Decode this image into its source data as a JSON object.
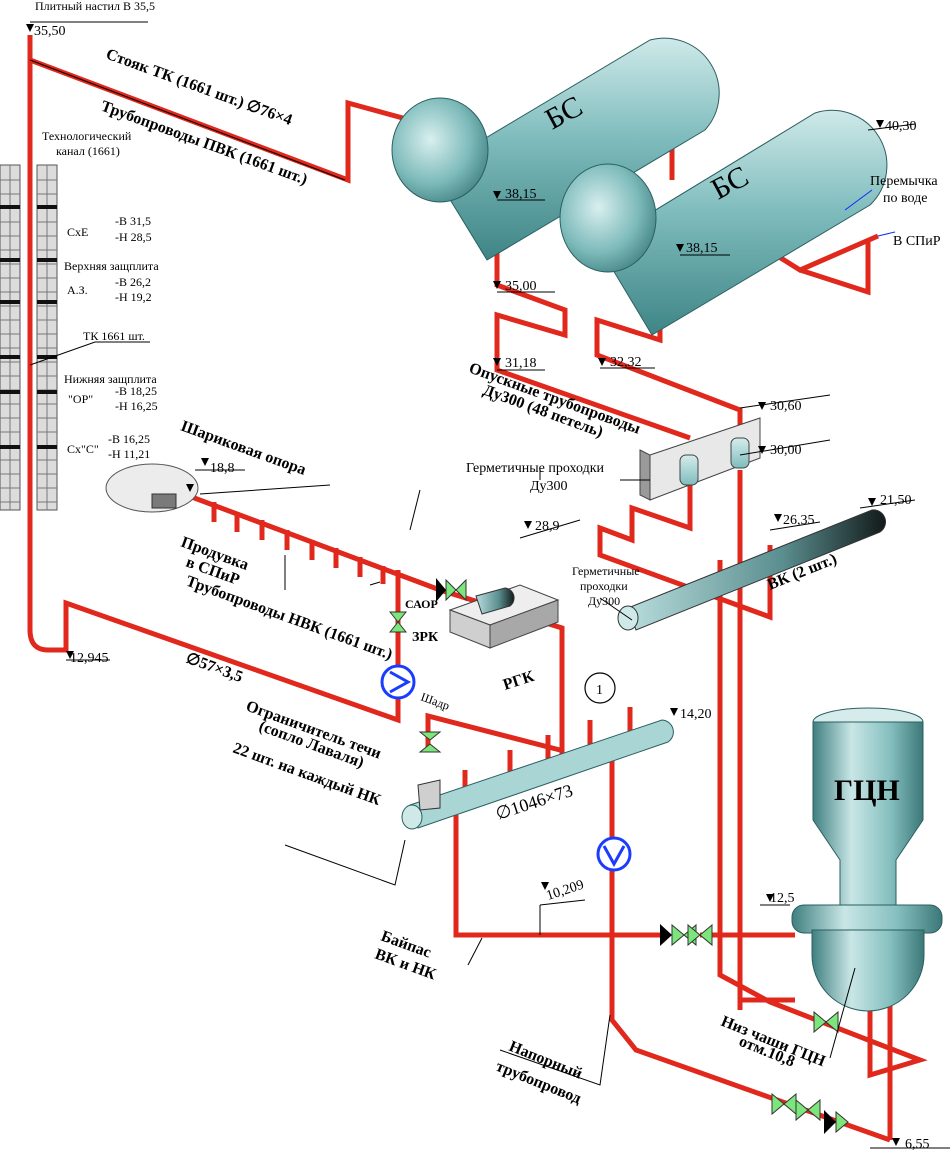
{
  "colors": {
    "pipe": "#e0281c",
    "vessel": "#5aa7a8",
    "vessel_light": "#b9dcdc",
    "valve": "#7ce67c",
    "pump": "#1a3cff"
  },
  "labels": {
    "top_deck": "Плитный настил В 35,5",
    "elev_3550": "35,50",
    "stoyak": "Стояк ТК (1661 шт.) ∅76×4",
    "pvk": "Трубопроводы ПВК (1661 шт.)",
    "tech_channel_1": "Технологический",
    "tech_channel_2": "канал (1661)",
    "bs1": "БС",
    "bs2": "БС",
    "elev_4030": "40,30",
    "elev_3815a": "38,15",
    "elev_3815b": "38,15",
    "jumper_1": "Перемычка",
    "jumper_2": "по воде",
    "to_spir_right": "В СПиР",
    "elev_3500": "35,00",
    "elev_3118": "31,18",
    "elev_3232": "32,32",
    "sxe": "СхЕ",
    "sxe_v": "-В 31,5",
    "sxe_n": "-Н 28,5",
    "upper_shield": "Верхняя защплита",
    "az": "А.З.",
    "az_v": "-В 26,2",
    "az_n": "-Н 19,2",
    "tk1661": "ТК 1661 шт.",
    "lower_shield": "Нижняя защплита",
    "or": "\"ОР\"",
    "or_v": "-В 18,25",
    "or_n": "-Н 16,25",
    "sxc": "Сх\"С\"",
    "sxc_v": "-В 16,25",
    "sxc_n": "-Н 11,21",
    "downcomers_1": "Опускные трубопроводы",
    "downcomers_2": "Ду300 (48 петель)",
    "elev_3060": "30,60",
    "elev_3000": "30,00",
    "hermetic_1": "Герметичные проходки",
    "hermetic_2": "Ду300",
    "ball_support": "Шариковая опора",
    "elev_188": "18,8",
    "elev_289": "28,9",
    "elev_2635": "26,35",
    "elev_2150": "21,50",
    "blowdown_1": "Продувка",
    "blowdown_2": "в СПиР",
    "hermetic_small_1": "Герметичные",
    "hermetic_small_2": "проходки",
    "hermetic_small_3": "Ду300",
    "vk": "ВК (2 шт.)",
    "nvk": "Трубопроводы НВК (1661 шт.)",
    "saor": "САОР",
    "zrk": "ЗРК",
    "shadr": "Шадр",
    "rgk": "РГК",
    "circle_num": "1",
    "elev_12945": "12,945",
    "d57": "∅57×3,5",
    "limiter_1": "Ограничитель течи",
    "limiter_2": "(сопло Лаваля)",
    "limiter_3": "22 шт. на каждый НК",
    "elev_1420": "14,20",
    "d1046": "∅1046×73",
    "gcn": "ГЦН",
    "elev_10209": "10,209",
    "elev_125": "12,5",
    "bypass_1": "Байпас",
    "bypass_2": "ВК и НК",
    "bowl_1": "Низ чаши ГЦН",
    "bowl_2": "отм.10,8",
    "pressure_1": "Напорный",
    "pressure_2": "трубопровод",
    "elev_655": "6,55"
  }
}
